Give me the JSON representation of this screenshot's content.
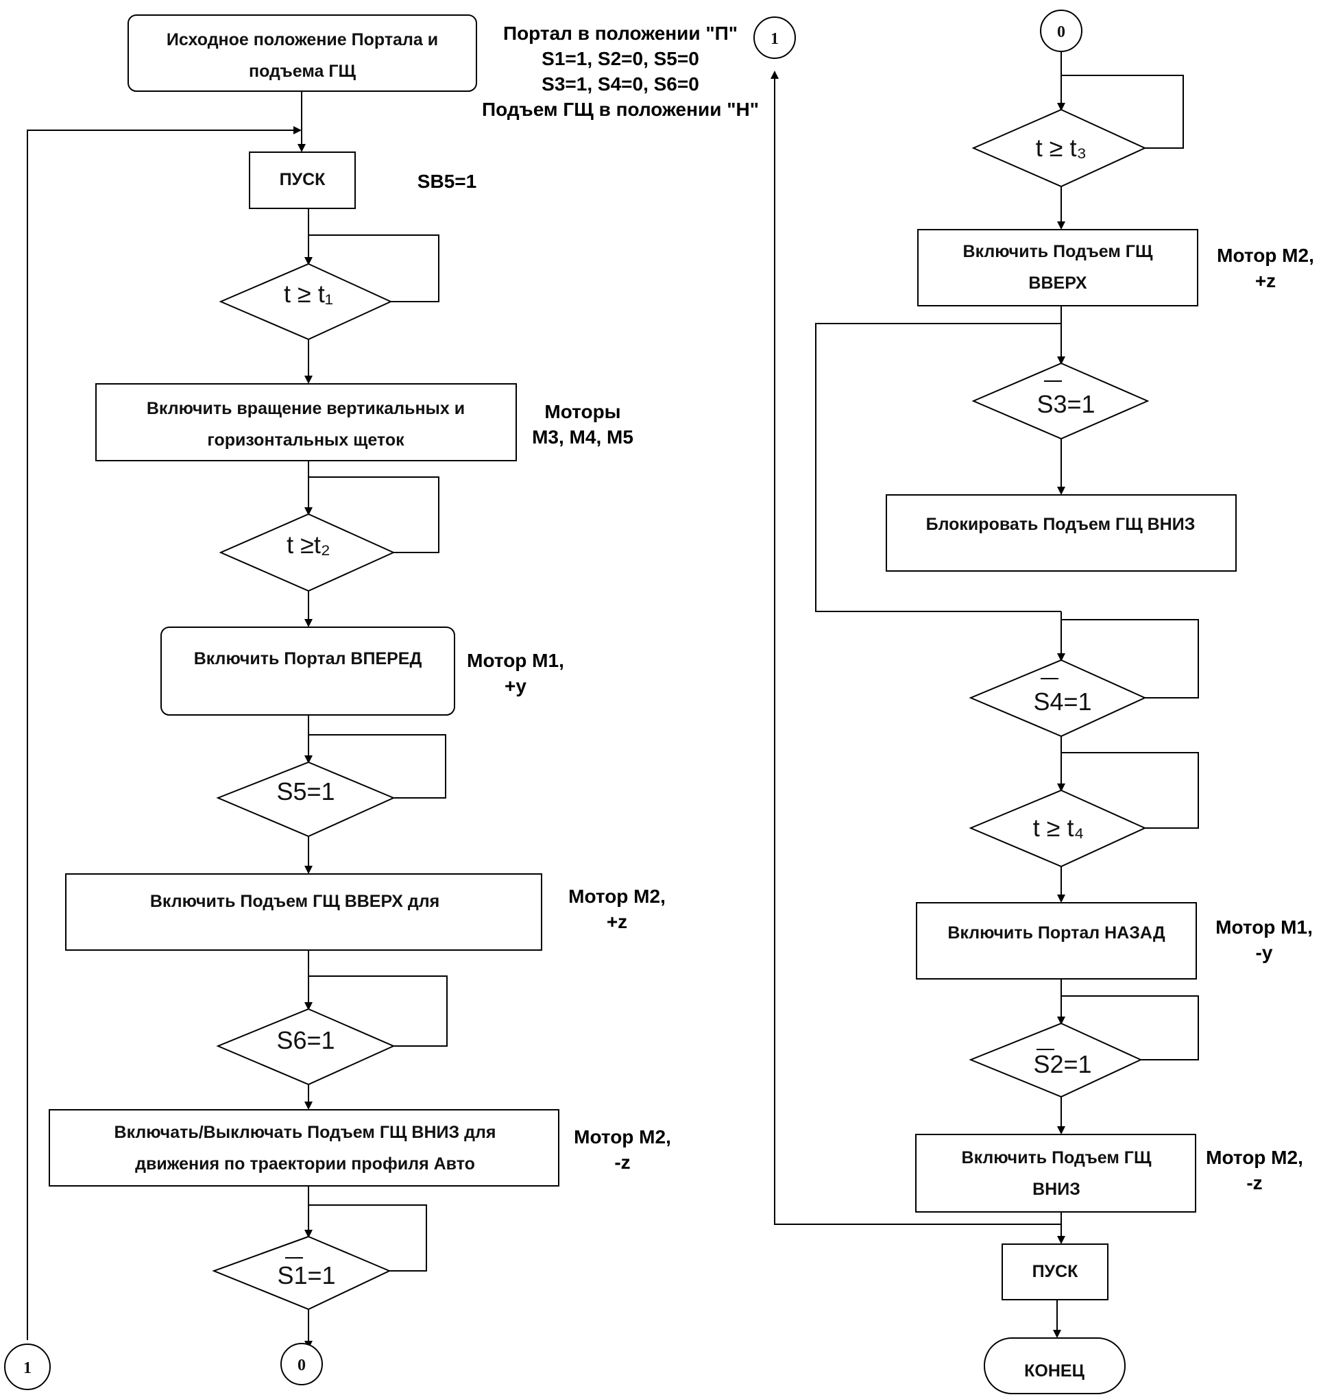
{
  "nodes": {
    "start": {
      "lines": [
        "Исходное положение Портала и",
        "подъема ГЩ"
      ]
    },
    "pusk1": {
      "lines": [
        "ПУСК"
      ]
    },
    "t1": {
      "lines": [
        "t ≥ t₁"
      ]
    },
    "brushes": {
      "lines": [
        "Включить вращение вертикальных и",
        "горизонтальных щеток"
      ]
    },
    "t2": {
      "lines": [
        "t ≥t₂"
      ]
    },
    "fwd": {
      "lines": [
        "Включить Портал ВПЕРЕД"
      ]
    },
    "s5": {
      "lines": [
        "S5=1"
      ]
    },
    "up1": {
      "lines": [
        "Включить Подъем ГЩ ВВЕРХ для"
      ]
    },
    "s6": {
      "lines": [
        "S6=1"
      ]
    },
    "downtraj": {
      "lines": [
        "Включать/Выключать Подъем ГЩ ВНИЗ для",
        "движения по траектории профиля Авто"
      ]
    },
    "s1": {
      "lines": [
        "S1=1"
      ]
    },
    "t3": {
      "lines": [
        "t ≥ t₃"
      ]
    },
    "up2": {
      "lines": [
        "Включить Подъем ГЩ",
        "ВВЕРХ"
      ]
    },
    "s3": {
      "lines": [
        "S3=1"
      ]
    },
    "block": {
      "lines": [
        "Блокировать Подъем ГЩ ВНИЗ"
      ]
    },
    "s4": {
      "lines": [
        "S4=1"
      ]
    },
    "t4": {
      "lines": [
        "t ≥ t₄"
      ]
    },
    "back": {
      "lines": [
        "Включить Портал НАЗАД"
      ]
    },
    "s2": {
      "lines": [
        "S2=1"
      ]
    },
    "down2": {
      "lines": [
        "Включить Подъем ГЩ",
        "ВНИЗ"
      ]
    },
    "pusk2": {
      "lines": [
        "ПУСК"
      ]
    },
    "end": {
      "lines": [
        "КОНЕЦ"
      ]
    }
  },
  "connectors": {
    "c1_top": "1",
    "c0_top": "0",
    "c1_bottom": "1",
    "c0_bottom": "0"
  },
  "annotations": {
    "init_state": [
      "Портал в положении \"П\"",
      "S1=1, S2=0, S5=0",
      "S3=1, S4=0, S6=0",
      "Подъем ГЩ в положении \"Н\""
    ],
    "sb5": [
      "SB5=1"
    ],
    "motors_brushes": [
      "Моторы",
      "M3, M4, M5"
    ],
    "motor_fwd": [
      "Мотор М1,",
      "+y"
    ],
    "motor_up1": [
      "Мотор М2,",
      "+z"
    ],
    "motor_down1": [
      "Мотор М2,",
      "-z"
    ],
    "motor_up2": [
      "Мотор М2,",
      "+z"
    ],
    "motor_back": [
      "Мотор М1,",
      "-y"
    ],
    "motor_down2": [
      "Мотор М2,",
      "-z"
    ]
  }
}
